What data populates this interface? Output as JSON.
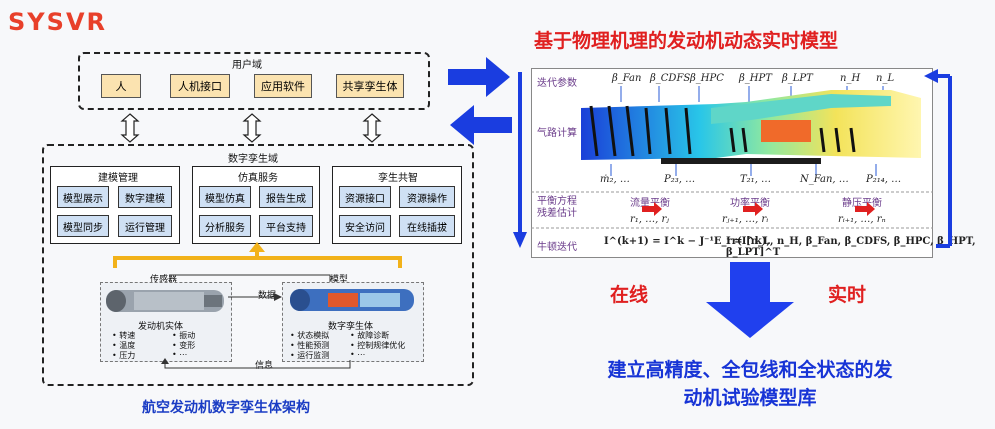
{
  "logo": "SYSVR",
  "left": {
    "user_domain_title": "用户域",
    "user_items": [
      "人",
      "人机接口",
      "应用软件",
      "共享孪生体"
    ],
    "digital_domain_title": "数字孪生域",
    "groups": [
      {
        "title": "建模管理",
        "items": [
          "模型展示",
          "数字建模",
          "模型同步",
          "运行管理"
        ]
      },
      {
        "title": "仿真服务",
        "items": [
          "模型仿真",
          "报告生成",
          "分析服务",
          "平台支持"
        ]
      },
      {
        "title": "孪生共智",
        "items": [
          "资源接口",
          "资源操作",
          "安全访问",
          "在线插拔"
        ]
      }
    ],
    "sensor_label": "传感器",
    "model_label": "模型",
    "data_label": "数据",
    "info_label": "信息",
    "engine_entity": {
      "title": "发动机实体",
      "items": [
        "转速",
        "振动",
        "温度",
        "变形",
        "压力",
        "⋯"
      ]
    },
    "twin": {
      "title": "数字孪生体",
      "items": [
        "状态模拟",
        "故障诊断",
        "性能预测",
        "控制规律优化",
        "运行监测",
        "⋯"
      ]
    },
    "caption": "航空发动机数字孪生体架构"
  },
  "right": {
    "title": "基于物理机理的发动机动态实时模型",
    "row_labels": [
      "迭代参数",
      "气路计算",
      "平衡方程\n残差估计",
      "牛顿迭代"
    ],
    "params": [
      "β_Fan",
      "β_CDFS",
      "β_HPC",
      "β_HPT",
      "β_LPT",
      "n_H",
      "n_L"
    ],
    "outputs": [
      "ṁ₂, …",
      "P₂₃, …",
      "T₂₁, …",
      "N_Fan, …",
      "P₂₁₄, …"
    ],
    "balances": [
      {
        "title": "流量平衡",
        "expr": "r₁, …, rⱼ"
      },
      {
        "title": "功率平衡",
        "expr": "rⱼ₊₁, …, rᵢ"
      },
      {
        "title": "静压平衡",
        "expr": "rᵢ₊₁, …, rₙ"
      }
    ],
    "newton_eq1": "I^(k+1) = I^k − J⁻¹E_rr(I^k),",
    "newton_eq2": "I = [n_L, n_H, β_Fan, β_CDFS, β_HPC, β_HPT, β_LPT]^T",
    "online": "在线",
    "realtime": "实时",
    "bottom_line1": "建立高精度、全包线和全状态的发",
    "bottom_line2": "动机试验模型库"
  },
  "colors": {
    "red": "#e02020",
    "blue": "#1734d6",
    "tan": "#fbe3b0",
    "lightblue": "#cfe0f4"
  }
}
